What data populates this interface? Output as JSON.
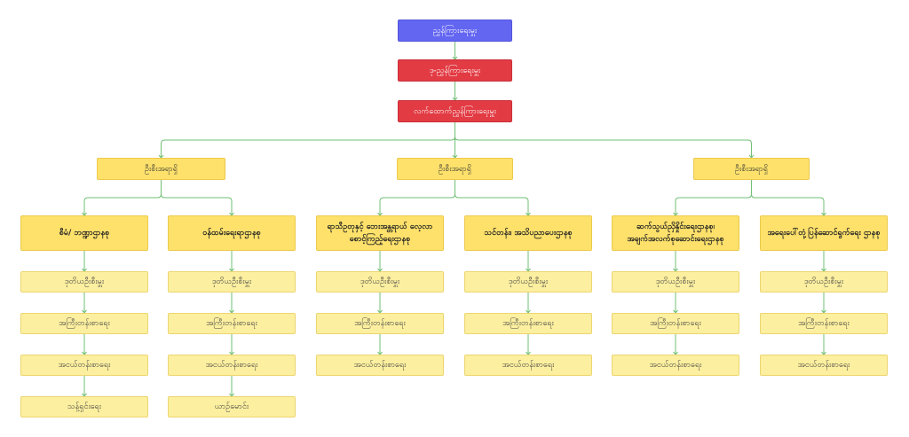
{
  "diagram": {
    "type": "org-chart",
    "colors": {
      "root": "#6366f1",
      "executive": "#e23b43",
      "manager": "#fde16b",
      "department": "#fde16b",
      "role": "#fcef9f",
      "edge": "#6fbf73"
    },
    "root": {
      "label": "ညွှန်ကြားရေးမှူး"
    },
    "deputy": {
      "label": "ဒု-ညွှန်ကြားရေးမှူး"
    },
    "assistant": {
      "label": "လက်ထောက်ညွှန်ကြားရေးမှူး"
    },
    "branches": [
      {
        "label": "ဦးစီးအရာရှိ",
        "departments": [
          {
            "label": "စီမံ/ ဘဏ္ဍာဌာနစု",
            "roles": [
              "ဒုတိယဦးစီးမှူး",
              "အကြီးတန်းစာရေး",
              "အငယ်တန်းစာရေး",
              "သန့်ရှင်းရေး"
            ]
          },
          {
            "label": "ဝန်ထမ်းရေးရာဌာနစု",
            "roles": [
              "ဒုတိယဦးစီးမှူး",
              "အကြီးတန်းစာရေး",
              "အငယ်တန်းစာရေး",
              "ယာဉ်မောင်း"
            ]
          }
        ]
      },
      {
        "label": "ဦးစီးအရာရှိ",
        "departments": [
          {
            "label": "ရာသီဥတုနှင့် ဘေးအန္တရာယ် လေ့လာစောင့်ကြည့်ရေးဌာနစု",
            "roles": [
              "ဒုတိယဦးစီးမှူး",
              "အကြီးတန်းစာရေး",
              "အငယ်တန်းစာရေး"
            ]
          },
          {
            "label": "သင်တန်း၊ အသိပညာပေးဌာနစု",
            "roles": [
              "ဒုတိယဦးစီးမှူး",
              "အကြီးတန်းစာရေး",
              "အငယ်တန်းစာရေး"
            ]
          }
        ]
      },
      {
        "label": "ဦးစီးအရာရှိ",
        "departments": [
          {
            "label": "ဆက်သွယ်ညှိနှိုင်းရေးဌာနစု၊ အချက်အလက်စုဆောင်းရေးဌာနစု",
            "roles": [
              "ဒုတိယဦးစီးမှူး",
              "အကြီးတန်းစာရေး",
              "အငယ်တန်းစာရေး"
            ]
          },
          {
            "label": "အရေးပေါ်တုံ့ပြန်ဆောင်ရွက်ရေး ဌာနစု",
            "roles": [
              "ဒုတိယဦးစီးမှူး",
              "အကြီးတန်းစာရေး",
              "အငယ်တန်းစာရေး"
            ]
          }
        ]
      }
    ]
  }
}
